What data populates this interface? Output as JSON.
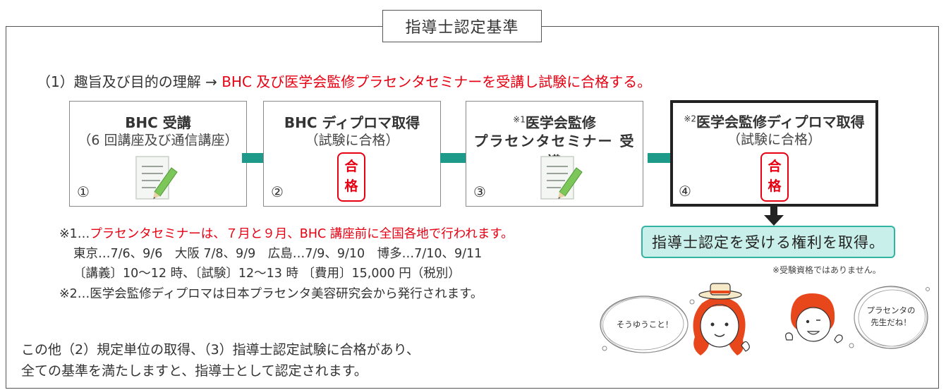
{
  "title": "指導士認定基準",
  "line1": {
    "prefix": "（1）趣旨及び目的の理解 → ",
    "highlight": "BHC 及び医学会監修プラセンタセミナーを受講し試験に合格する。"
  },
  "steps": [
    {
      "title": "BHC 受講",
      "subtitle": "（6 回講座及び通信講座）",
      "number": "①"
    },
    {
      "title": "BHC ディプロマ取得",
      "subtitle": "（試験に合格）",
      "number": "②",
      "stamp": [
        "合",
        "格"
      ]
    },
    {
      "note_mark": "※1",
      "title": "医学会監修",
      "subtitle": "プラセンタセミナー 受講",
      "number": "③"
    },
    {
      "note_mark": "※2",
      "title": "医学会監修ディプロマ取得",
      "subtitle": "（試験に合格）",
      "number": "④",
      "stamp": [
        "合",
        "格"
      ]
    }
  ],
  "award": {
    "label": "指導士認定を受ける権利を取得。",
    "note": "※受験資格ではありません。"
  },
  "notes": {
    "n1_prefix": "※1…",
    "n1_text": "プラセンタセミナーは、７月と９月、BHC 講座前に全国各地で行われます。",
    "n2": "東京…7/6、9/6　大阪 7/8、9/9　広島…7/9、9/10　博多…7/10、9/11",
    "n3": "〔講義〕10～12 時、〔試験〕12～13 時 〔費用〕15,000 円（税別）",
    "n4": "※2…医学会監修ディプロマは日本プラセンタ美容研究会から発行されます。"
  },
  "bottom": {
    "line1": "この他（2）規定単位の取得、（3）指導士認定試験に合格があり、",
    "line2": "全ての基準を満たしますと、指導士として認定されます。"
  },
  "bubbles": {
    "left": "そうゆうこと！",
    "right_line1": "プラセンタの",
    "right_line2": "先生だね！"
  },
  "colors": {
    "accent_red": "#e60012",
    "arrow_teal": "#1e9a8a",
    "award_fill": "#c8efe9",
    "award_border": "#33b3a3",
    "hair_orange": "#e8461b"
  }
}
